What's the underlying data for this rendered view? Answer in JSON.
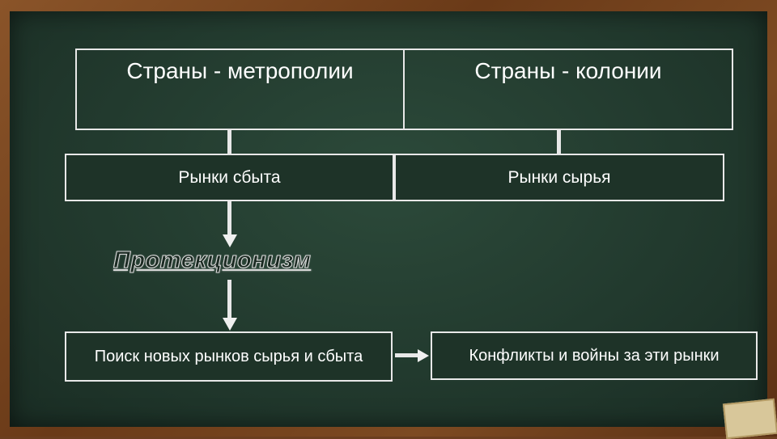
{
  "diagram": {
    "top_left": "Страны - метрополии",
    "top_right": "Страны - колонии",
    "mid_left": "Рынки сбыта",
    "mid_right": "Рынки сырья",
    "protectionism": "Протекционизм",
    "bottom_left": "Поиск новых рынков сырья и сбыта",
    "bottom_right": "Конфликты и войны за эти рынки"
  },
  "colors": {
    "board": "#223a2e",
    "frame": "#6b3e1f",
    "line": "#e8e8e8",
    "text": "#ffffff"
  }
}
